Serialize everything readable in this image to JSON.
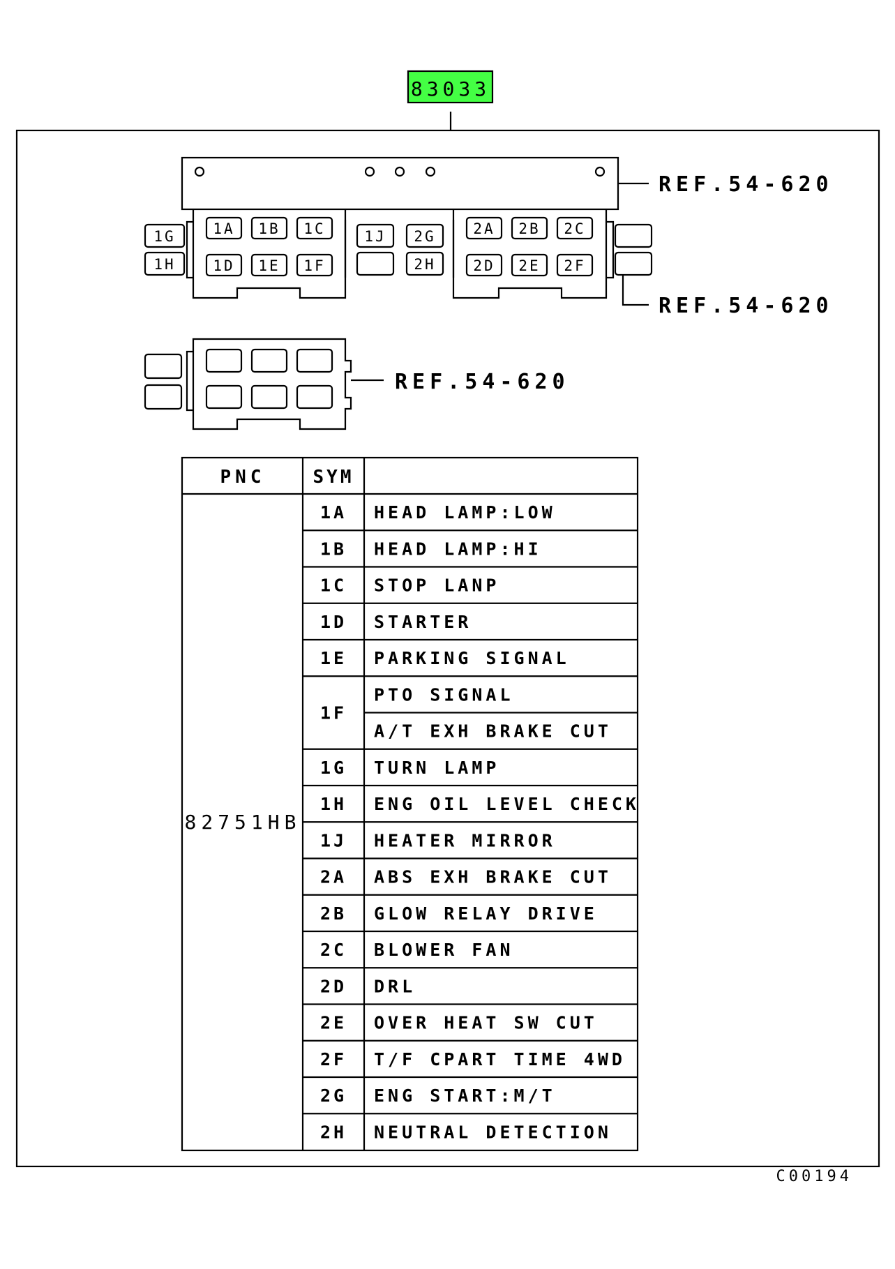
{
  "part_number": "83033",
  "drawing_code": "C00194",
  "ref_labels": [
    "REF.54-620",
    "REF.54-620",
    "REF.54-620"
  ],
  "fuse_labels_left_block": [
    "1A",
    "1B",
    "1C",
    "1D",
    "1E",
    "1F"
  ],
  "relay_labels_left_side": [
    "1G",
    "1H"
  ],
  "relay_label_middle_left": "1J",
  "relay_labels_middle_right": [
    "2G",
    "2H"
  ],
  "fuse_labels_right_block": [
    "2A",
    "2B",
    "2C",
    "2D",
    "2E",
    "2F"
  ],
  "table": {
    "headers": {
      "pnc": "PNC",
      "sym": "SYM",
      "desc": ""
    },
    "pnc_value": "82751HB",
    "rows": [
      {
        "sym": "1A",
        "desc": [
          "HEAD LAMP:LOW"
        ]
      },
      {
        "sym": "1B",
        "desc": [
          "HEAD LAMP:HI"
        ]
      },
      {
        "sym": "1C",
        "desc": [
          "STOP LANP"
        ]
      },
      {
        "sym": "1D",
        "desc": [
          "STARTER"
        ]
      },
      {
        "sym": "1E",
        "desc": [
          "PARKING SIGNAL"
        ]
      },
      {
        "sym": "1F",
        "desc": [
          "PTO SIGNAL",
          "A/T EXH BRAKE CUT"
        ]
      },
      {
        "sym": "1G",
        "desc": [
          "TURN LAMP"
        ]
      },
      {
        "sym": "1H",
        "desc": [
          "ENG OIL LEVEL CHECK"
        ]
      },
      {
        "sym": "1J",
        "desc": [
          "HEATER MIRROR"
        ]
      },
      {
        "sym": "2A",
        "desc": [
          "ABS EXH BRAKE CUT"
        ]
      },
      {
        "sym": "2B",
        "desc": [
          "GLOW RELAY DRIVE"
        ]
      },
      {
        "sym": "2C",
        "desc": [
          "BLOWER FAN"
        ]
      },
      {
        "sym": "2D",
        "desc": [
          "DRL"
        ]
      },
      {
        "sym": "2E",
        "desc": [
          "OVER HEAT SW CUT"
        ]
      },
      {
        "sym": "2F",
        "desc": [
          "T/F CPART TIME 4WD"
        ]
      },
      {
        "sym": "2G",
        "desc": [
          "ENG START:M/T"
        ]
      },
      {
        "sym": "2H",
        "desc": [
          "NEUTRAL DETECTION"
        ]
      }
    ]
  },
  "colors": {
    "part_badge": "#44ff44",
    "line": "#000000",
    "background": "#ffffff"
  }
}
